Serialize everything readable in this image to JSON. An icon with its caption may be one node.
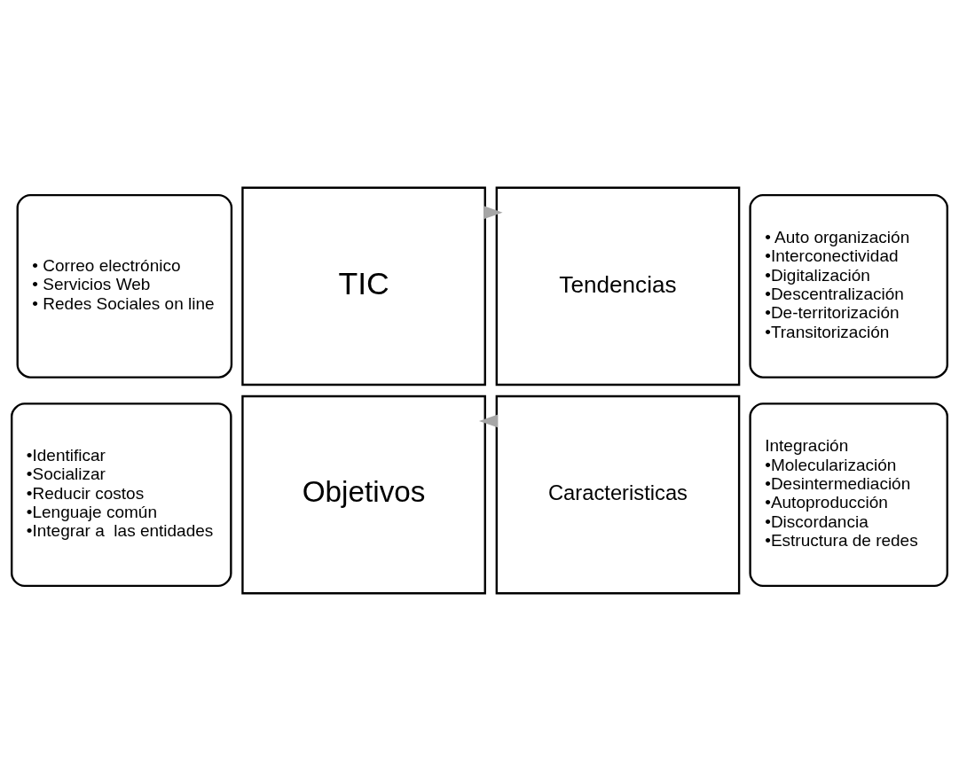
{
  "diagram": {
    "nodes": [
      {
        "text": [
          "• Correo electrónico",
          "• Servicios Web",
          "• Redes Sociales on line"
        ]
      },
      {
        "text": [
          "• Auto organización",
          "•Interconectividad",
          "•Digitalización",
          "•Descentralización",
          "•De-territorización",
          "•Transitorización"
        ]
      },
      {
        "text": [
          "TIC"
        ]
      },
      {
        "text": [
          "Tendencias"
        ]
      },
      {
        "text": [
          "Objetivos"
        ]
      },
      {
        "text": [
          "Caracteristicas"
        ]
      },
      {
        "text": [
          "•Identificar",
          "•Socializar",
          "•Reducir costos",
          "•Lenguaje común",
          "•Integrar a  las entidades"
        ]
      },
      {
        "text": [
          "Integración",
          "•Molecularización",
          "•Desintermediación",
          "•Autoproducción",
          "•Discordancia",
          "•Estructura de redes"
        ]
      }
    ],
    "edges": [
      {
        "from": 2,
        "to": 3,
        "arrow": "to",
        "color": "#a6a6a6",
        "style": "thick"
      },
      {
        "from": 5,
        "to": 4,
        "arrow": "to",
        "color": "#a6a6a6",
        "style": "thick"
      }
    ]
  }
}
